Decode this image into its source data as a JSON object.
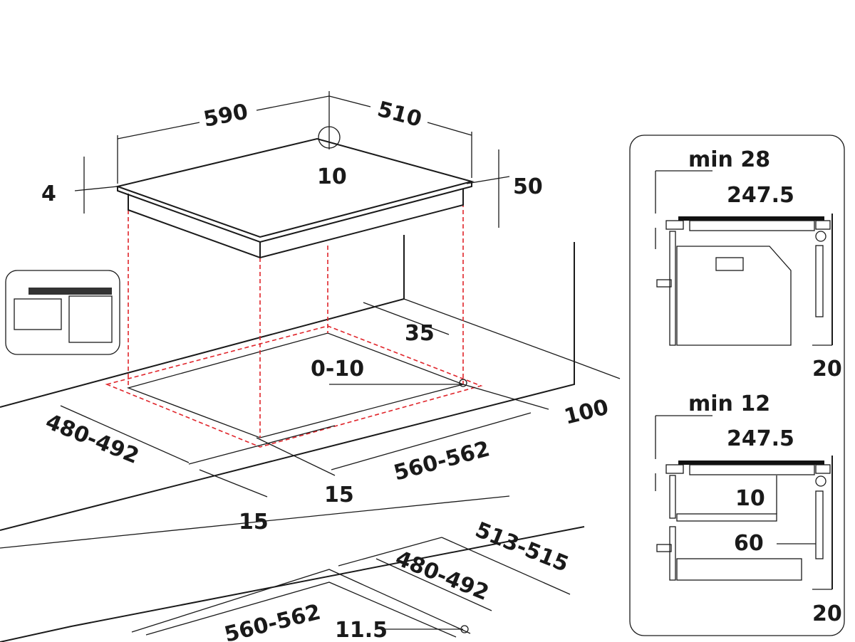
{
  "colors": {
    "line": "#1a1a1a",
    "cutout": "#e0242a",
    "panel_gray": "#c8c8c8",
    "dark_gray": "#a0a0a0"
  },
  "main": {
    "hob_width": "590",
    "hob_depth": "510",
    "corner_radius": "10",
    "glass_thickness": "4",
    "hob_height": "50",
    "rear_clearance": "35",
    "cable_offset": "0-10",
    "side_clearance": "100",
    "cutout_depth": "480-492",
    "cutout_width": "560-562",
    "front_margin_a": "15",
    "front_margin_b": "15"
  },
  "flush": {
    "outer_depth": "513-515",
    "inner_depth": "480-492",
    "inner_width": "560-562",
    "rebate": "11.5"
  },
  "side_panel": {
    "top": {
      "min_label": "min 28",
      "dimension": "247.5",
      "wall_gap": "20"
    },
    "bottom": {
      "min_label": "min 12",
      "dimension": "247.5",
      "gap_height": "10",
      "gap_depth": "60",
      "wall_gap": "20"
    }
  }
}
